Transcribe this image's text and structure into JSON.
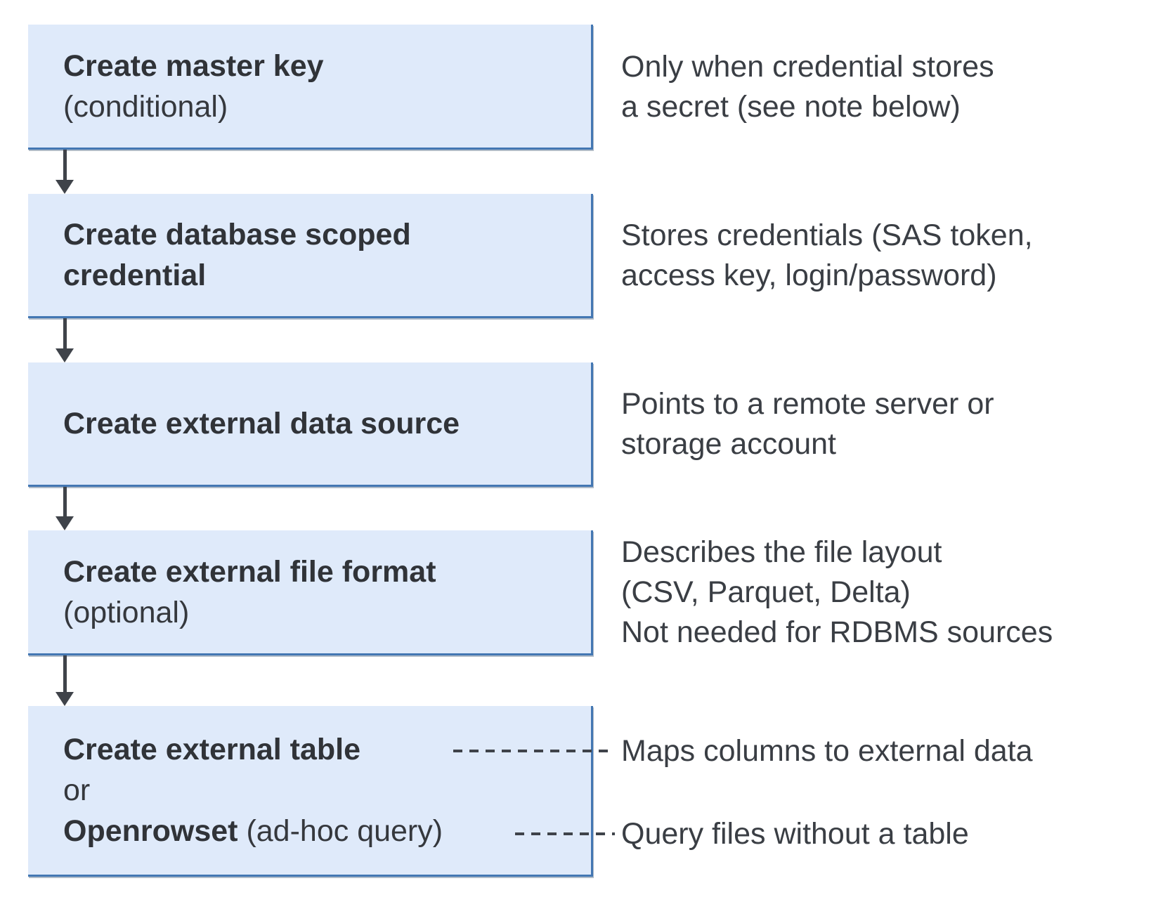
{
  "steps": {
    "master_key": {
      "title": "Create master key",
      "qualifier": "(conditional)",
      "note": "Only when credential stores\na secret (see note below)"
    },
    "scoped_credential": {
      "title": "Create database scoped\ncredential",
      "note": "Stores credentials (SAS token,\naccess key, login/password)"
    },
    "external_data_source": {
      "title": "Create external data source",
      "note": "Points to a remote server or\nstorage account"
    },
    "external_file_format": {
      "title": "Create external file format",
      "qualifier": "(optional)",
      "note": "Describes the file layout\n(CSV, Parquet, Delta)\nNot needed for RDBMS sources"
    },
    "external_table": {
      "title": "Create external table",
      "or_label": "or",
      "alt_title": "Openrowset",
      "alt_qualifier": " (ad-hoc query)",
      "note_table": "Maps columns to external data",
      "note_openrowset": "Query files without a table"
    }
  },
  "colors": {
    "box_fill": "#dfeafa",
    "box_border": "#4377b3",
    "text": "#3a3e44",
    "connector": "#3f434a"
  }
}
